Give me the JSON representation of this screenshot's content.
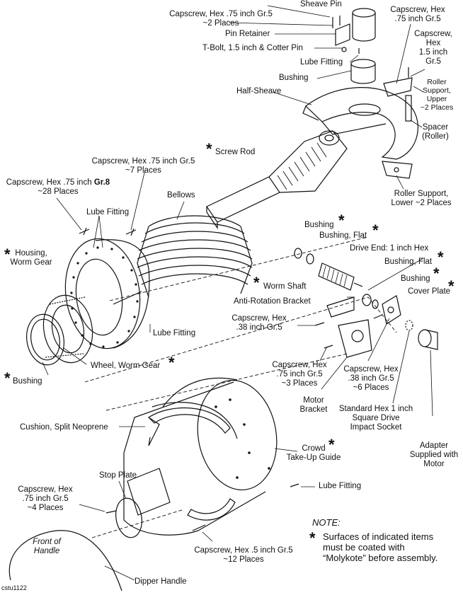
{
  "figure_id": "cstu1122",
  "asterisk": "*",
  "labels": {
    "sheave_pin": "Sheave Pin",
    "capscrew_hex_75_gr5_2": [
      "Capscrew, Hex .75 inch Gr.5",
      "~2 Places"
    ],
    "pin_retainer": "Pin Retainer",
    "t_bolt": "T-Bolt, 1.5 inch & Cotter Pin",
    "lube_fitting_top": "Lube Fitting",
    "bushing_top": "Bushing",
    "half_sheave": "Half-Sheave",
    "capscrew_hex_75_gr5_right": [
      "Capscrew, Hex",
      ".75 inch Gr.5"
    ],
    "capscrew_hex_15_gr5": [
      "Capscrew,",
      "Hex",
      "1.5 inch",
      "Gr.5"
    ],
    "roller_support_upper": [
      "Roller",
      "Support,",
      "Upper",
      "~2 Places"
    ],
    "spacer_roller": [
      "Spacer",
      "(Roller)"
    ],
    "roller_support_lower": [
      "Roller Support,",
      "Lower ~2 Places"
    ],
    "screw_rod": "Screw Rod",
    "capscrew_hex_75_gr5_7": [
      "Capscrew, Hex .75 inch Gr.5",
      "~7 Places"
    ],
    "capscrew_hex_75_gr8_28": [
      "Capscrew, Hex .75 inch ",
      "Gr.8",
      "~28 Places"
    ],
    "bellows": "Bellows",
    "lube_fitting_left": "Lube Fitting",
    "housing_worm_gear": [
      "Housing,",
      "Worm Gear"
    ],
    "lube_fitting_mid": "Lube Fitting",
    "wheel_worm_gear": "Wheel, Worm Gear",
    "bushing_left": "Bushing",
    "bushing_worm": "Bushing",
    "bushing_flat_1": "Bushing, Flat",
    "drive_end": "Drive End: 1 inch Hex",
    "bushing_flat_2": "Bushing, Flat",
    "bushing_right": "Bushing",
    "cover_plate": "Cover Plate",
    "worm_shaft": "Worm Shaft",
    "anti_rotation_bracket": "Anti-Rotation Bracket",
    "capscrew_hex_38_gr5": [
      "Capscrew, Hex",
      ".38 inch Gr.5"
    ],
    "capscrew_hex_75_gr5_3": [
      "Capscrew, Hex",
      ".75 inch Gr.5",
      "~3 Places"
    ],
    "capscrew_hex_38_gr5_6": [
      "Capscrew, Hex",
      ".38 inch Gr.5",
      "~6 Places"
    ],
    "motor_bracket": [
      "Motor",
      "Bracket"
    ],
    "socket": [
      "Standard Hex 1 inch",
      "Square Drive",
      "Impact Socket"
    ],
    "adapter": [
      "Adapter",
      "Supplied with",
      "Motor"
    ],
    "cushion": "Cushion, Split Neoprene",
    "crowd_take_up_guide": [
      "Crowd",
      "Take-Up Guide"
    ],
    "stop_plate": "Stop Plate",
    "lube_fitting_bottom": "Lube Fitting",
    "capscrew_hex_75_gr5_4": [
      "Capscrew, Hex",
      ".75 inch Gr.5",
      "~4 Places"
    ],
    "capscrew_hex_5_gr5_12": [
      "Capscrew, Hex .5 inch Gr.5",
      "~12 Places"
    ],
    "front_of_handle": [
      "Front of",
      "Handle"
    ],
    "dipper_handle": "Dipper Handle"
  },
  "note": {
    "title": "NOTE:",
    "lines": [
      "Surfaces of indicated items",
      "must be coated with",
      "“Molykote” before assembly."
    ]
  }
}
